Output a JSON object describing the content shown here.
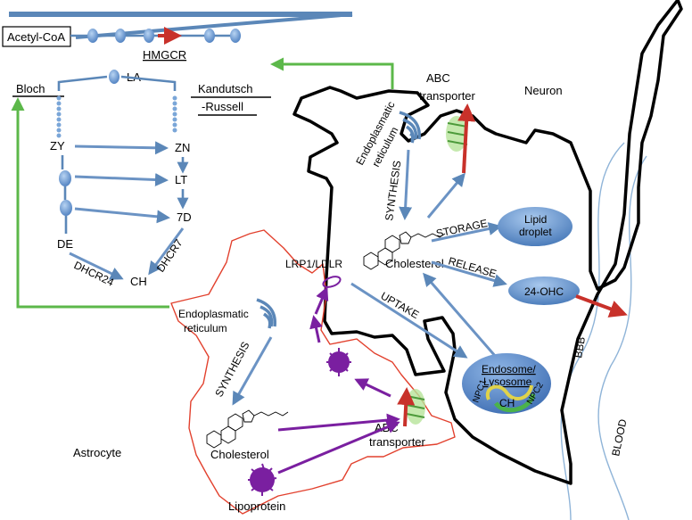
{
  "mevalonate": {
    "start_label": "Acetyl-CoA",
    "enzyme_label": "HMGCR"
  },
  "pathway": {
    "lanosterol": "LA",
    "bloch_label": "Bloch",
    "kandutsch_label": "Kandutsch",
    "russell_label": "-Russell",
    "zymosterol": "ZY",
    "zymostenol": "ZN",
    "lathosterol": "LT",
    "dehydrocholesterol7": "7D",
    "desmosterol": "DE",
    "dhcr24": "DHCR24",
    "dhcr7": "DHCR7",
    "cholesterol_abbr": "CH"
  },
  "neuron": {
    "title": "Neuron",
    "abc_label_1": "ABC",
    "abc_label_2": "transporter",
    "er_label_1": "Endoplasmatic",
    "er_label_2": "reticulum",
    "synthesis": "SYNTHESIS",
    "cholesterol": "Cholesterol",
    "storage": "STORAGE",
    "lipid_droplet_1": "Lipid",
    "lipid_droplet_2": "droplet",
    "release": "RELEASE",
    "ohc": "24-OHC",
    "uptake": "UPTAKE",
    "receptor": "LRP1/LDLR",
    "endosome_1": "Endosome/",
    "endosome_2": "Lysosome",
    "npc1": "NPC1",
    "npc2": "NPC2",
    "ch": "CH"
  },
  "astrocyte": {
    "title": "Astrocyte",
    "er_label_1": "Endoplasmatic",
    "er_label_2": "reticulum",
    "synthesis": "SYNTHESIS",
    "cholesterol": "Cholesterol",
    "lipoprotein": "Lipoprotein",
    "abc_label_1": "ABC",
    "abc_label_2": "transporter"
  },
  "barrier": {
    "bbb": "BBB",
    "blood": "BLOOD"
  },
  "colors": {
    "pathway_blue": "#5b87b8",
    "node_blue": "#7aa6d8",
    "green_feedback": "#5cb84a",
    "enzyme_red": "#c8312a",
    "astrocyte_red": "#e2412e",
    "lipoprotein_purple": "#7a1fa0",
    "vessel_blue": "#8fb4d8"
  }
}
